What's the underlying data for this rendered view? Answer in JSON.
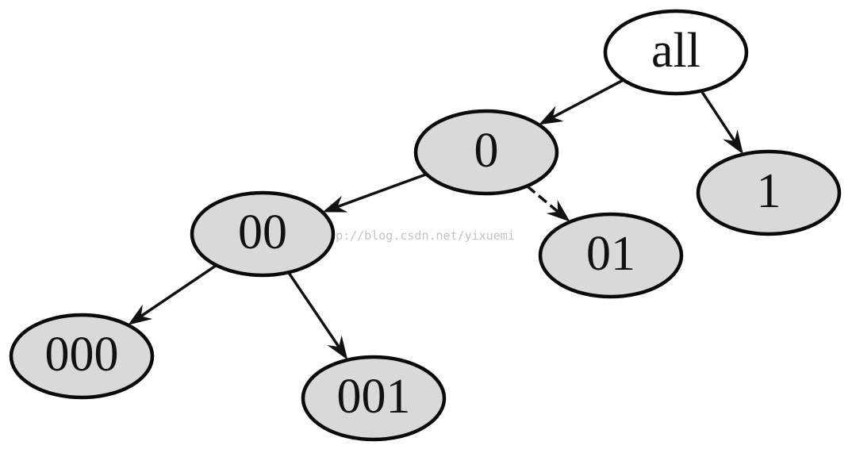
{
  "diagram": {
    "type": "tree",
    "nodes": [
      {
        "id": "all",
        "label": "all",
        "fill": "#ffffff"
      },
      {
        "id": "n0",
        "label": "0",
        "fill": "#d9d9d9"
      },
      {
        "id": "n1",
        "label": "1",
        "fill": "#d9d9d9"
      },
      {
        "id": "n00",
        "label": "00",
        "fill": "#d9d9d9"
      },
      {
        "id": "n01",
        "label": "01",
        "fill": "#d9d9d9"
      },
      {
        "id": "n000",
        "label": "000",
        "fill": "#d9d9d9"
      },
      {
        "id": "n001",
        "label": "001",
        "fill": "#d9d9d9"
      }
    ],
    "edges": [
      {
        "id": "e-all-0",
        "from": "all",
        "to": "n0",
        "style": "solid"
      },
      {
        "id": "e-all-1",
        "from": "all",
        "to": "n1",
        "style": "solid"
      },
      {
        "id": "e-0-00",
        "from": "n0",
        "to": "n00",
        "style": "solid"
      },
      {
        "id": "e-0-01",
        "from": "n0",
        "to": "n01",
        "style": "dashed"
      },
      {
        "id": "e-00-000",
        "from": "n00",
        "to": "n000",
        "style": "solid"
      },
      {
        "id": "e-00-001",
        "from": "n00",
        "to": "n001",
        "style": "solid"
      }
    ]
  },
  "watermark": "http://blog.csdn.net/yixuemi"
}
